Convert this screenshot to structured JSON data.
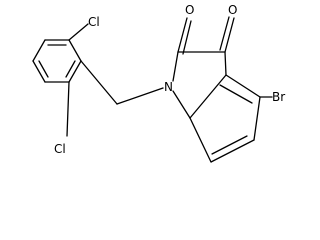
{
  "molecule": {
    "atoms": {
      "cl_top": "Cl",
      "cl_bottom": "Cl",
      "oxygen_left": "O",
      "oxygen_right": "O",
      "nitrogen": "N",
      "bromine": "Br"
    }
  }
}
